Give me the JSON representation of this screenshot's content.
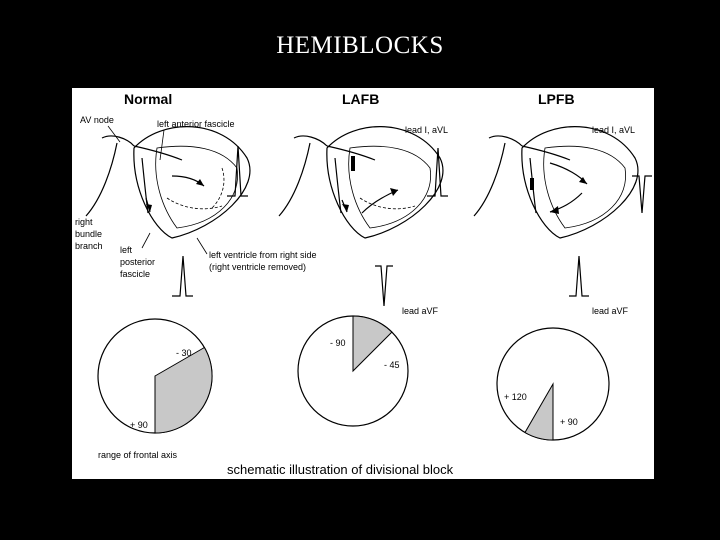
{
  "title": "HEMIBLOCKS",
  "colors": {
    "background": "#000000",
    "panel": "#ffffff",
    "sector": "#c8c8c8"
  },
  "panels": {
    "normal": {
      "heading": "Normal",
      "labels": {
        "av_node": "AV node",
        "left_anterior_fascicle": "left anterior fascicle",
        "right_bundle_1": "right",
        "right_bundle_2": "bundle",
        "right_bundle_3": "branch",
        "left_posterior_1": "left",
        "left_posterior_2": "posterior",
        "left_posterior_3": "fascicle",
        "lv_note_1": "left ventricle from right side",
        "lv_note_2": "(right ventricle removed)"
      },
      "axis_labels": [
        "- 30",
        "+ 90"
      ],
      "caption": "range of frontal axis"
    },
    "lafb": {
      "heading": "LAFB",
      "lead_top": "lead I, aVL",
      "lead_bottom": "lead aVF",
      "axis_labels": [
        "- 90",
        "- 45"
      ]
    },
    "lpfb": {
      "heading": "LPFB",
      "lead_top": "lead I, aVL",
      "lead_bottom": "lead aVF",
      "axis_labels": [
        "+ 120",
        "+ 90"
      ]
    }
  },
  "footer_caption": "schematic illustration of divisional block"
}
